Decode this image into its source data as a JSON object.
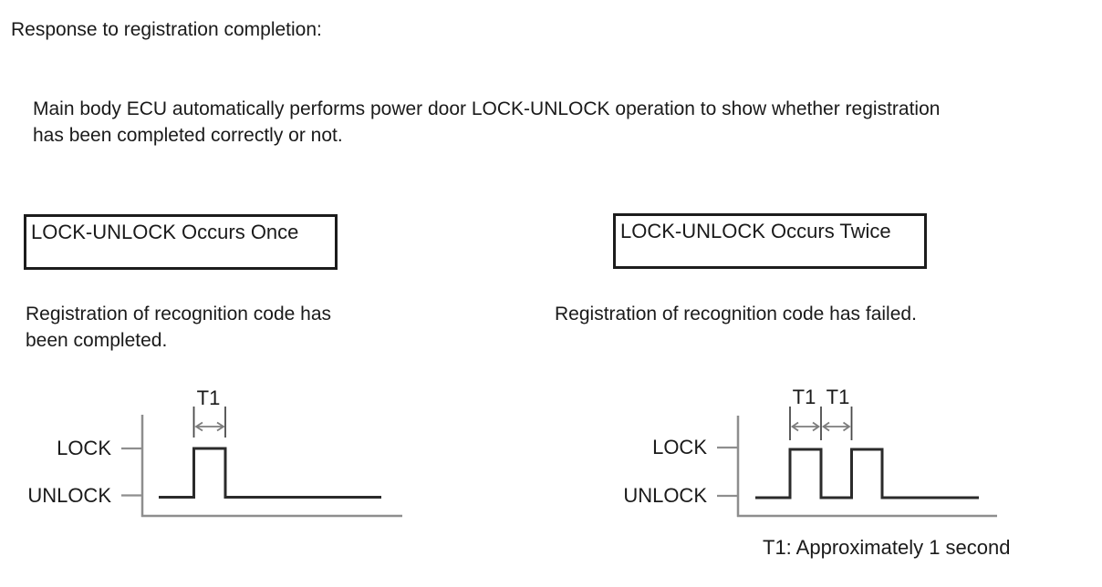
{
  "header": {
    "title": "Response to registration completion:"
  },
  "intro": {
    "line1": "Main body ECU automatically performs power door LOCK-UNLOCK operation to show whether registration",
    "line2": "has been completed correctly or not."
  },
  "left_panel": {
    "box_label": "LOCK-UNLOCK Occurs Once",
    "result_line1": "Registration of recognition code has",
    "result_line2": "been completed.",
    "diagram": {
      "type": "timing-waveform",
      "lock_label": "LOCK",
      "unlock_label": "UNLOCK",
      "t1_label": "T1",
      "pulse_count": 1,
      "meaning": "Registration completed: one LOCK pulse of duration T1"
    }
  },
  "right_panel": {
    "box_label": "LOCK-UNLOCK Occurs Twice",
    "result_line1": "Registration of recognition code has failed.",
    "diagram": {
      "type": "timing-waveform",
      "lock_label": "LOCK",
      "unlock_label": "UNLOCK",
      "t1_label_first": "T1",
      "t1_label_second": "T1",
      "pulse_count": 2,
      "meaning": "Registration failed: two LOCK pulses, pulse width T1 and interval T1"
    },
    "footnote": "T1: Approximately 1 second"
  },
  "colors": {
    "background": "#ffffff",
    "text": "#1a1a1a",
    "box_border": "#1c1c1c",
    "waveform_trace": "#2b2b2b",
    "axis_gray": "#8e8e8e",
    "dimension_gray": "#7d7d7d"
  }
}
